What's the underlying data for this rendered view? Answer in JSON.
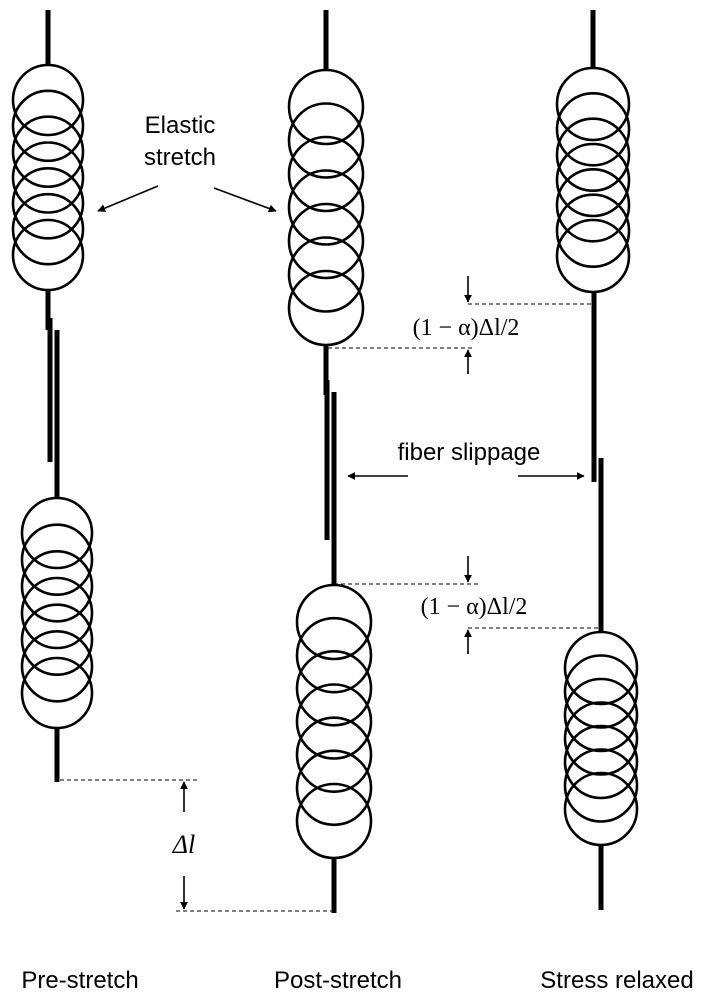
{
  "columns": [
    {
      "label": "Pre-stretch"
    },
    {
      "label": "Post-stretch"
    },
    {
      "label": "Stress relaxed"
    }
  ],
  "annotations": {
    "elastic_stretch_line1": "Elastic",
    "elastic_stretch_line2": "stretch",
    "fiber_slippage": "fiber slippage",
    "relax_gap_top": "(1 − α)Δl/2",
    "relax_gap_bottom": "(1 − α)Δl/2",
    "delta_l": "Δl"
  },
  "colors": {
    "ink": "#000000",
    "background": "#ffffff"
  }
}
